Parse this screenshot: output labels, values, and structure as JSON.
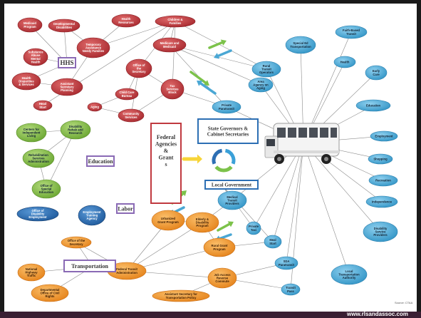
{
  "colors": {
    "red": "#c0393f",
    "blue": "#4aa7d4",
    "green": "#8bc34a",
    "orange": "#f39a2a",
    "darkblue": "#2d6fb4",
    "purple_border": "#8a6ab5",
    "footer": "#3a1f33"
  },
  "nodes": {
    "hhs": [
      {
        "id": "medicaid-program",
        "label": "Medicaid Program"
      },
      {
        "id": "developmental-disabilities",
        "label": "Developmental Disabilities"
      },
      {
        "id": "health-resources",
        "label": "Health Resources"
      },
      {
        "id": "children-families",
        "label": "Children & Families"
      },
      {
        "id": "substance-abuse",
        "label": "Substance Abuse Mental Health"
      },
      {
        "id": "temporary-assistance",
        "label": "Temporary Assistance Needy Families"
      },
      {
        "id": "medicare-medicaid",
        "label": "Medicare and Medicaid"
      },
      {
        "id": "health-disparities",
        "label": "Health Disparities & Services"
      },
      {
        "id": "assistant-secretary-planning",
        "label": "Assistant Secretary Planning"
      },
      {
        "id": "office-secretary-hhs",
        "label": "Office of the Secretary"
      },
      {
        "id": "head-start",
        "label": "Head Start"
      },
      {
        "id": "child-care-bureau",
        "label": "Child Care Bureau"
      },
      {
        "id": "community-services",
        "label": "Community Services"
      },
      {
        "id": "aging",
        "label": "Aging"
      },
      {
        "id": "tax-services-block",
        "label": "Tax Services Block"
      }
    ],
    "services": [
      {
        "id": "special-ed-transportation",
        "label": "Special Ed Transportation"
      },
      {
        "id": "faith-based-transit",
        "label": "Faith-Based Transit"
      },
      {
        "id": "health",
        "label": "Health"
      },
      {
        "id": "rural-transit-operators",
        "label": "Rural Transit Operators"
      },
      {
        "id": "area-agency-aging",
        "label": "Area Agency on Aging"
      },
      {
        "id": "early-care",
        "label": "Early Care"
      },
      {
        "id": "private-paratransit",
        "label": "Private Paratransit"
      },
      {
        "id": "education-service",
        "label": "Education"
      },
      {
        "id": "employment",
        "label": "Employment"
      },
      {
        "id": "shopping",
        "label": "Shopping"
      },
      {
        "id": "recreation",
        "label": "Recreation"
      },
      {
        "id": "independence",
        "label": "Independence"
      },
      {
        "id": "medical-transit-providers",
        "label": "Medical Transit Providers"
      },
      {
        "id": "private-taxi",
        "label": "Private Taxi"
      },
      {
        "id": "meal-start",
        "label": "Meal Start"
      },
      {
        "id": "disability-service-providers",
        "label": "Disability Service Providers"
      },
      {
        "id": "sda-paratransit",
        "label": "SDA Paratransit"
      },
      {
        "id": "local-transportation-authority",
        "label": "Local Transportation Authority"
      },
      {
        "id": "transit-pass",
        "label": "Transit Pass"
      }
    ],
    "education": [
      {
        "id": "centers-independent-living",
        "label": "Centers for Independent Living"
      },
      {
        "id": "disability-rehab-research",
        "label": "Disability Rehab and Research"
      },
      {
        "id": "rehabilitation-services",
        "label": "Rehabilitation Services Administration"
      },
      {
        "id": "office-special-education",
        "label": "Office of Special Education"
      }
    ],
    "labor": [
      {
        "id": "office-disability-employment",
        "label": "Office of Disability Employment"
      },
      {
        "id": "employment-training",
        "label": "Employment Training Agency"
      }
    ],
    "transportation": [
      {
        "id": "office-of-secretary-dot",
        "label": "Office of the Secretary"
      },
      {
        "id": "urbanized-grant",
        "label": "Urbanized Grant Program"
      },
      {
        "id": "elderly-disability",
        "label": "Elderly & Disability Program"
      },
      {
        "id": "national-highway-traffic",
        "label": "National Highway Traffic"
      },
      {
        "id": "federal-transit-admin",
        "label": "Federal Transit Administration"
      },
      {
        "id": "rural-grant",
        "label": "Rural Grant Program"
      },
      {
        "id": "departmental-office-civil-rights",
        "label": "Departmental Office of Civil Rights"
      },
      {
        "id": "job-access",
        "label": "Job Access Reverse Commute"
      },
      {
        "id": "assistant-secretary-transportation-policy",
        "label": "Assistant Secretary for Transportation Policy"
      }
    ]
  },
  "boxes": {
    "hhs": "HHS",
    "education": "Education",
    "labor": "Labor",
    "transportation": "Transportation",
    "federal": "Federal Agencies & Grants",
    "state": "State Governors & Cabinet Secretaries",
    "local": "Local Government"
  },
  "source": "Source: CTAA",
  "footer_url": "www.rlsandassoc.com"
}
